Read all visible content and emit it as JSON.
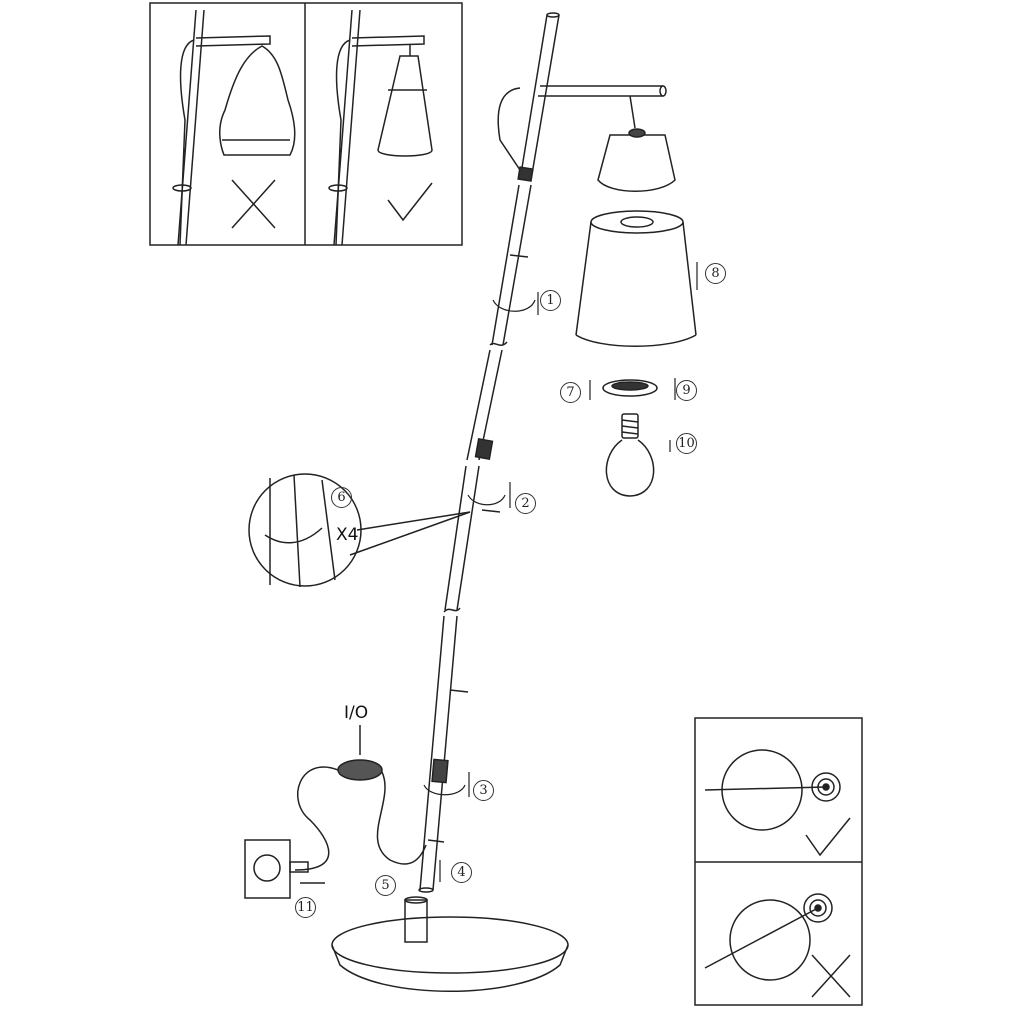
{
  "steps": [
    "1",
    "2",
    "3",
    "4",
    "5",
    "6",
    "7",
    "8",
    "9",
    "10",
    "11"
  ],
  "switch_label": "I/O",
  "clip_count": "X4",
  "icons": {
    "correct": "check-mark-icon",
    "wrong": "cross-mark-icon"
  }
}
